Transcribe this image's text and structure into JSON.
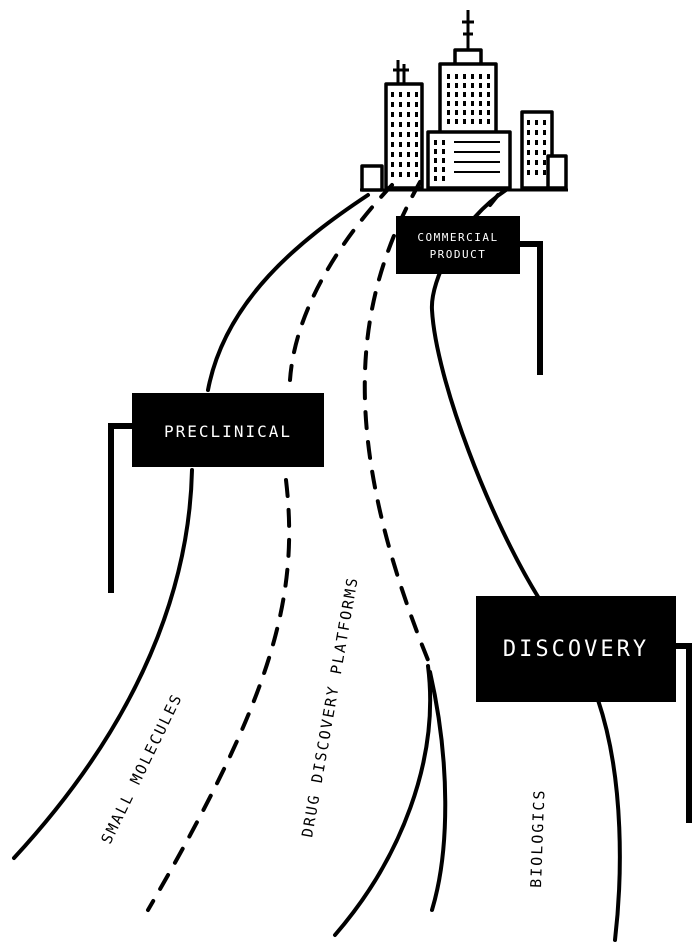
{
  "signs": {
    "commercial": {
      "line1": "COMMERCIAL",
      "line2": "PRODUCT"
    },
    "preclinical": "PRECLINICAL",
    "discovery": "DISCOVERY"
  },
  "roads": {
    "small_molecules": "SMALL MOLECULES",
    "drug_discovery_platforms": "DRUG DISCOVERY PLATFORMS",
    "biologics": "BIOLOGICS"
  },
  "colors": {
    "ink": "#000000",
    "paper": "#ffffff"
  }
}
